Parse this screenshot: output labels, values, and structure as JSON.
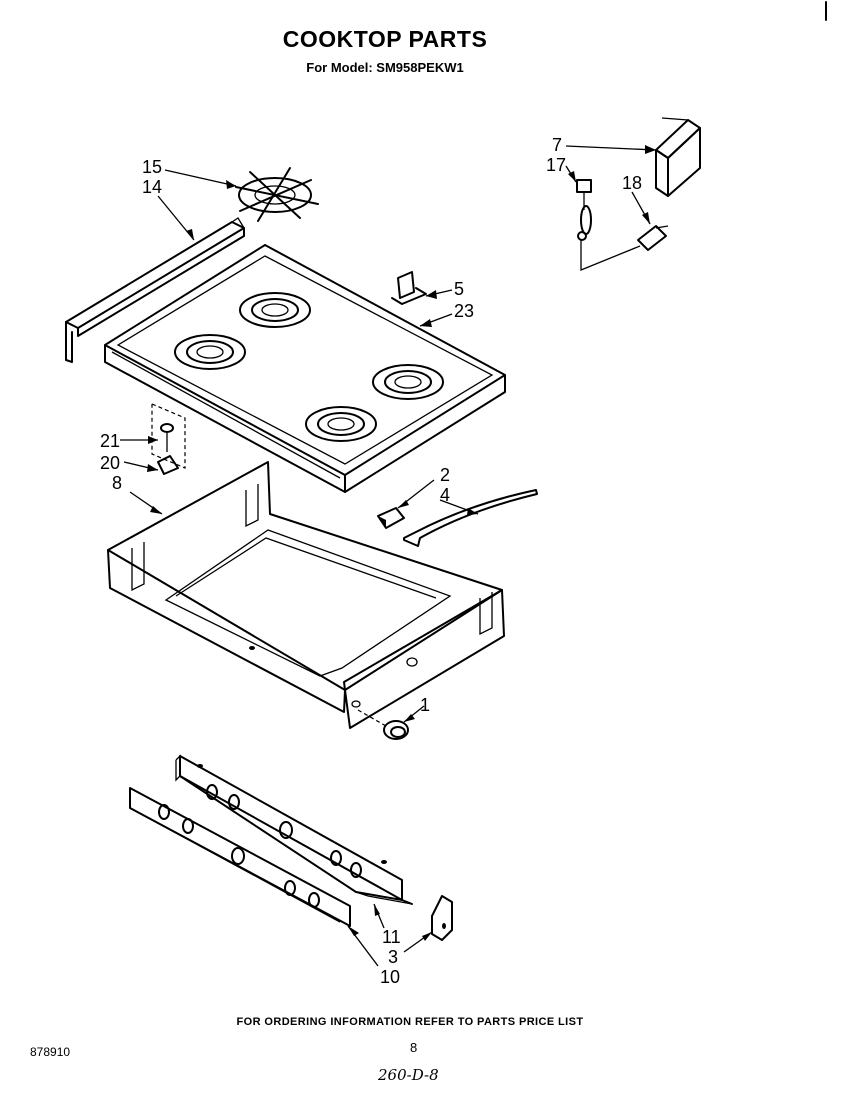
{
  "title": "COOKTOP PARTS",
  "subtitle": "For Model: SM958PEKW1",
  "callouts": {
    "p1": "1",
    "p2": "2",
    "p3": "3",
    "p4": "4",
    "p5": "5",
    "p7": "7",
    "p8": "8",
    "p10": "10",
    "p11": "11",
    "p14": "14",
    "p15": "15",
    "p17": "17",
    "p18": "18",
    "p20": "20",
    "p21": "21",
    "p23": "23"
  },
  "footer": "FOR ORDERING INFORMATION REFER TO PARTS PRICE LIST",
  "catalog_number": "878910",
  "page_number": "8",
  "handwritten_note": "260-D-8"
}
